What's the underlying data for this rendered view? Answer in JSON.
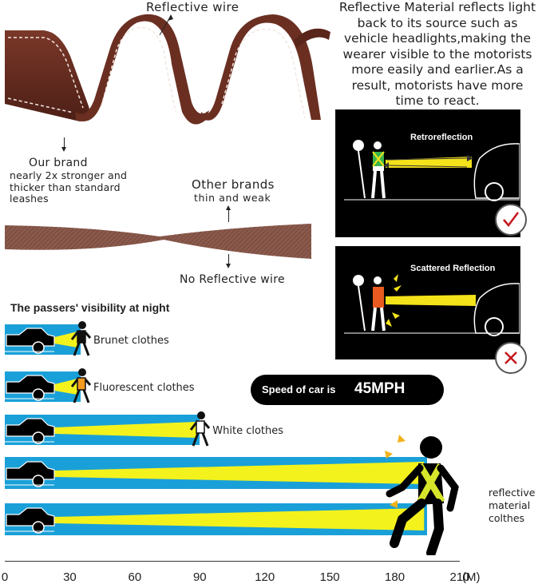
{
  "top_label": "Reflective wire",
  "description": "Reflective Material reflects light back to its source such as vehicle headlights,making the wearer visible to the motorists more easily and earlier.As a result, motorists have more time to react.",
  "our_brand": {
    "title": "Our brand",
    "text": "nearly 2x stronger and thicker than standard leashes"
  },
  "other_brands": {
    "title": "Other brands",
    "subtitle": "thin and weak"
  },
  "no_wire_label": "No Reflective wire",
  "panels": {
    "retro": {
      "title": "Retroreflection",
      "status": "check"
    },
    "scatter": {
      "title": "Scattered Reflection",
      "status": "cross"
    }
  },
  "visibility_title": "The passers' visibility at night",
  "speed": {
    "prefix": "Speed of car is",
    "value": "45MPH"
  },
  "rows": [
    {
      "label": "Brunet clothes",
      "distance": 35,
      "vest": "#111111"
    },
    {
      "label": "Fluorescent clothes",
      "distance": 35,
      "vest": "#f39a1f"
    },
    {
      "label": "White clothes",
      "distance": 90,
      "vest": "#ffffff"
    },
    {
      "label": "",
      "distance": 195,
      "vest": "#d6e62a"
    },
    {
      "label": "",
      "distance": 195,
      "vest": "#d6e62a"
    }
  ],
  "reflective_label": "reflective material colthes",
  "axis": {
    "ticks": [
      "0",
      "30",
      "60",
      "90",
      "120",
      "150",
      "180",
      "210"
    ],
    "unit": "(M)"
  },
  "colors": {
    "leash": "#6b2f22",
    "leash_dark": "#4d1f16",
    "thin_strap": "#8a5a4c",
    "road": "#1aa0d8",
    "beam": "#f4f21c",
    "check": "#c4161c"
  }
}
